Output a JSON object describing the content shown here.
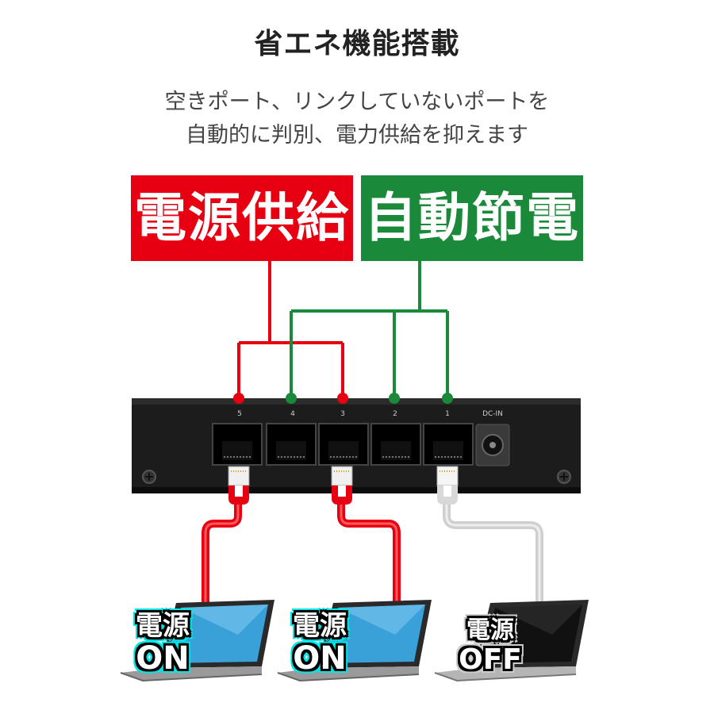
{
  "title": "省エネ機能搭載",
  "subtitle": {
    "line1": "空きポート、リンクしていないポートを",
    "line2": "自動的に判別、電力供給を抑えます"
  },
  "badges": {
    "power_supply": "電源供給",
    "auto_saving": "自動節電"
  },
  "switch": {
    "ports": [
      "5",
      "4",
      "3",
      "2",
      "1"
    ],
    "dc_in": "DC-IN"
  },
  "laptops": [
    {
      "label_top": "電源",
      "label_bottom": "ON"
    },
    {
      "label_top": "電源",
      "label_bottom": "ON"
    },
    {
      "label_top": "電源",
      "label_bottom": "OFF"
    }
  ],
  "colors": {
    "power": "#e60012",
    "saving": "#1a8a3a",
    "off_cable": "#cccccc"
  }
}
